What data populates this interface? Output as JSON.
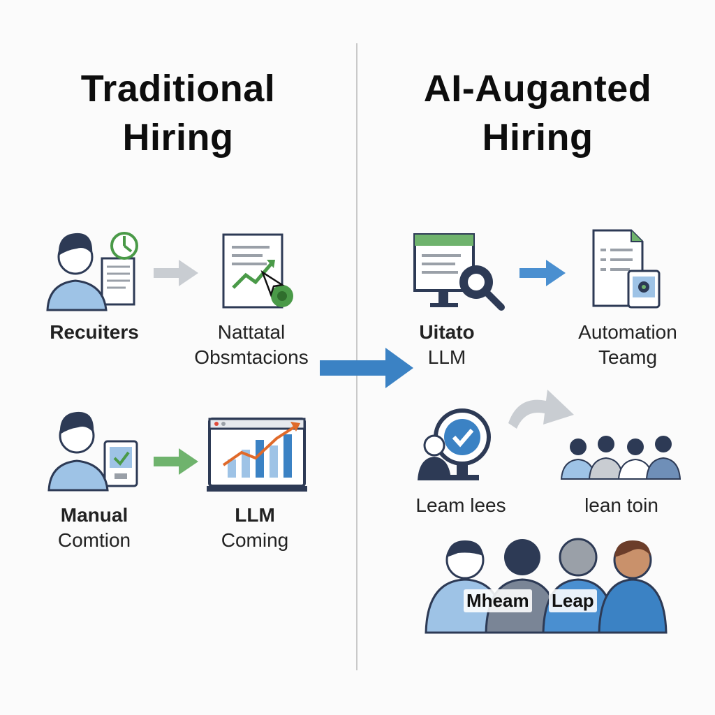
{
  "left": {
    "title_line1": "Traditional",
    "title_line2": "Hiring",
    "recruiters": "Recuiters",
    "obs_line1": "Nattatal",
    "obs_line2": "Obsmtacions",
    "manual_line1": "Manual",
    "manual_line2": "Comtion",
    "llm_line1": "LLM",
    "llm_line2": "Coming"
  },
  "right": {
    "title_line1": "AI-Auganted",
    "title_line2": "Hiring",
    "uitato_line1": "Uitato",
    "uitato_line2": "LLM",
    "auto_line1": "Automation",
    "auto_line2": "Teamg",
    "learn": "Leam lees",
    "lean": "lean toin",
    "badge1": "Mheam",
    "badge2": "Leap"
  },
  "colors": {
    "blue": "#3b82c4",
    "light_blue": "#9ec3e6",
    "green": "#4a9a48",
    "navy": "#2d3a55",
    "gray": "#9aa0a8"
  }
}
